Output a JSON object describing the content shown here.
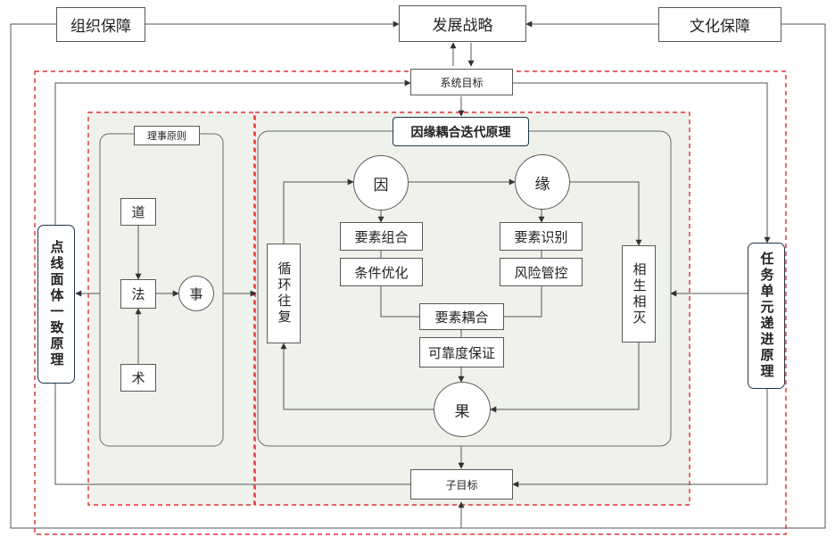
{
  "top": {
    "left_box": "组织保障",
    "center_box": "发展战略",
    "right_box": "文化保障"
  },
  "system_goal": "系统目标",
  "sub_goal": "子目标",
  "left_principle": "点线面体一致原理",
  "right_principle": "任务单元递进原理",
  "li_shi": {
    "title": "理事原则",
    "dao": "道",
    "fa": "法",
    "shu": "术",
    "shi": "事"
  },
  "core": {
    "title": "因缘耦合迭代原理",
    "yin": "因",
    "yuan": "缘",
    "guo": "果",
    "element_combination": "要素组合",
    "condition_optimization": "条件优化",
    "element_identification": "要素识别",
    "risk_control": "风险管控",
    "element_coupling": "要素耦合",
    "reliability_assurance": "可靠度保证",
    "cycle": "循环往复",
    "mutual": "相生相灭"
  },
  "colors": {
    "dashed_border": "#e23030",
    "panel_fill": "#eef2ea",
    "line": "#555555",
    "pill_border": "#1f3448"
  }
}
